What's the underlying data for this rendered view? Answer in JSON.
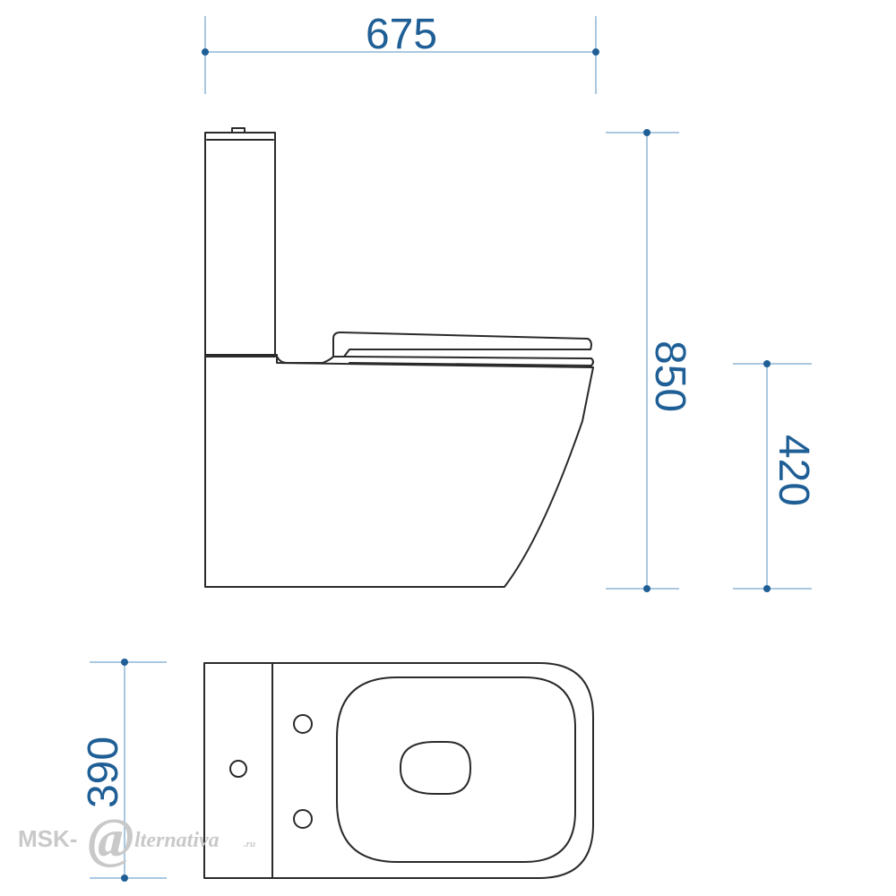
{
  "dimensions": {
    "width": "675",
    "height": "850",
    "bowl_height": "420",
    "depth": "390"
  },
  "watermark": {
    "prefix": "MSK-",
    "at_symbol": "@",
    "name": "lternativa",
    "suffix": ".ru"
  },
  "colors": {
    "dimension": "#1f5f96",
    "extension_line": "#8db6d6",
    "outline": "#2a2a2a",
    "watermark": "#c9c9c9"
  }
}
